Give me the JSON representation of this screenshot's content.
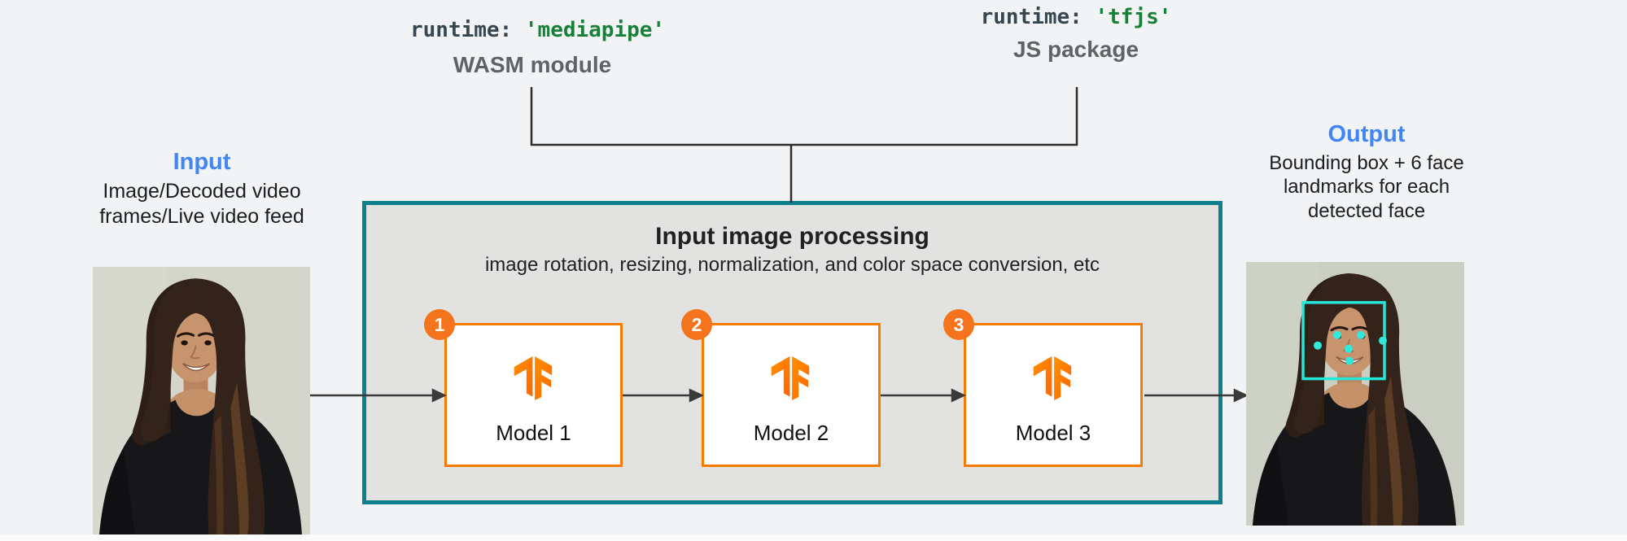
{
  "runtimes": {
    "mediapipe": {
      "code_prefix": "runtime: ",
      "code_value": "'mediapipe'",
      "label": "WASM module"
    },
    "tfjs": {
      "code_prefix": "runtime: ",
      "code_value": "'tfjs'",
      "label": "JS package"
    }
  },
  "input": {
    "label": "Input",
    "description": "Image/Decoded video\nframes/Live video feed"
  },
  "output": {
    "label": "Output",
    "description": "Bounding box + 6 face\nlandmarks for each\ndetected face"
  },
  "processing_box": {
    "title": "Input image processing",
    "subtitle": "image rotation, resizing, normalization, and color space conversion, etc"
  },
  "models": [
    {
      "badge": "1",
      "label": "Model 1"
    },
    {
      "badge": "2",
      "label": "Model 2"
    },
    {
      "badge": "3",
      "label": "Model 3"
    }
  ],
  "colors": {
    "background": "#f1f3f4",
    "teal_border": "#0e7f8d",
    "processing_fill": "#e2e2e1",
    "orange_border": "#f57c00",
    "badge_orange": "#f4731c",
    "tf_logo_orange": "#ff6f00",
    "blue_title": "#4285f4",
    "code_green": "#188038",
    "code_gray": "#37474f",
    "label_gray": "#5f6368",
    "arrow_dark": "#3a3a3a",
    "landmark_cyan": "#24e7d9"
  }
}
